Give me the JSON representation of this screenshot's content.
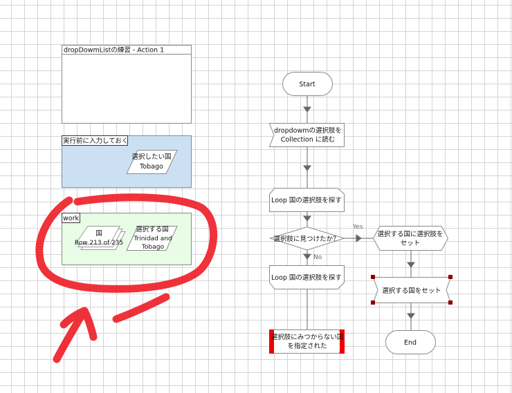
{
  "page": {
    "title": "dropDowmListの練習 - Action 1",
    "input_block": {
      "label": "実行前に入力しておく",
      "items": [
        {
          "name": "選択したい国",
          "value": "Tobago"
        }
      ]
    },
    "work_block": {
      "label": "work",
      "collection": {
        "name": "国",
        "value": "Row 213 of 235"
      },
      "items": [
        {
          "name": "選択する国",
          "value_line1": "Trinidad and",
          "value_line2": "Tobago"
        }
      ]
    }
  },
  "flow": {
    "start": "Start",
    "read": {
      "line1": "dropdowmの選択肢を",
      "line2": "Collection に読む"
    },
    "loop_start": "Loop 国の選択肢を探す",
    "decision": "選択肢に見つけたか？",
    "yes_label": "Yes",
    "no_label": "No",
    "calc": {
      "line1": "選択する国に選択肢を",
      "line2": "セット"
    },
    "write": "選択する国をセット",
    "loop_end": "Loop 国の選択肢を探す",
    "exception": {
      "line1": "選択肢にみつからない国",
      "line2": "を指定された"
    },
    "end": "End"
  },
  "colors": {
    "input_bg": "#cce0f4",
    "work_bg": "#e8fce6",
    "annotation": "#ee1c25",
    "exception_bar": "#ee0000"
  }
}
